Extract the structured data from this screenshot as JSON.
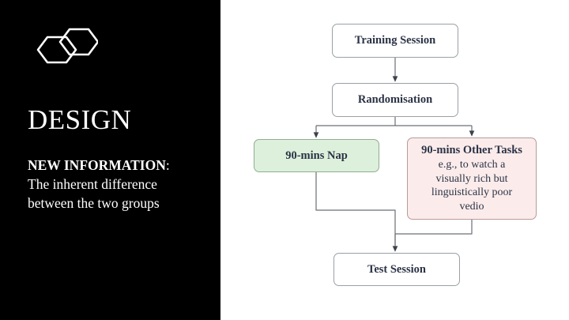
{
  "slide": {
    "left_panel": {
      "logo_name": "two-hexagons-logo",
      "title": "DESIGN",
      "subtitle_lead": "NEW INFORMATION",
      "subtitle_lead_colon": ":",
      "subtitle_line1": "The inherent difference",
      "subtitle_line2": "between the two groups",
      "background_color": "#000000",
      "text_color": "#ffffff"
    },
    "flowchart": {
      "nodes": [
        {
          "id": "training",
          "label": "Training Session",
          "fill": "#ffffff",
          "border": "#9aa0a6"
        },
        {
          "id": "randomisation",
          "label": "Randomisation",
          "fill": "#ffffff",
          "border": "#9aa0a6"
        },
        {
          "id": "nap",
          "label": "90-mins Nap",
          "fill": "#ddf0dc",
          "border": "#8fae8e"
        },
        {
          "id": "other_tasks",
          "label": "90-mins Other Tasks",
          "detail_line1": "e.g., to watch a",
          "detail_line2": "visually rich but",
          "detail_line3": "linguistically poor",
          "detail_line4": "vedio",
          "fill": "#fbeceb",
          "border": "#b99a9a"
        },
        {
          "id": "test",
          "label": "Test Session",
          "fill": "#ffffff",
          "border": "#9aa0a6"
        }
      ],
      "edges": [
        {
          "from": "training",
          "to": "randomisation"
        },
        {
          "from": "randomisation",
          "to": "nap"
        },
        {
          "from": "randomisation",
          "to": "other_tasks"
        },
        {
          "from": "nap",
          "to": "test"
        },
        {
          "from": "other_tasks",
          "to": "test"
        }
      ],
      "connector_color": "#6b6f76",
      "arrow_color": "#3c4049"
    }
  }
}
